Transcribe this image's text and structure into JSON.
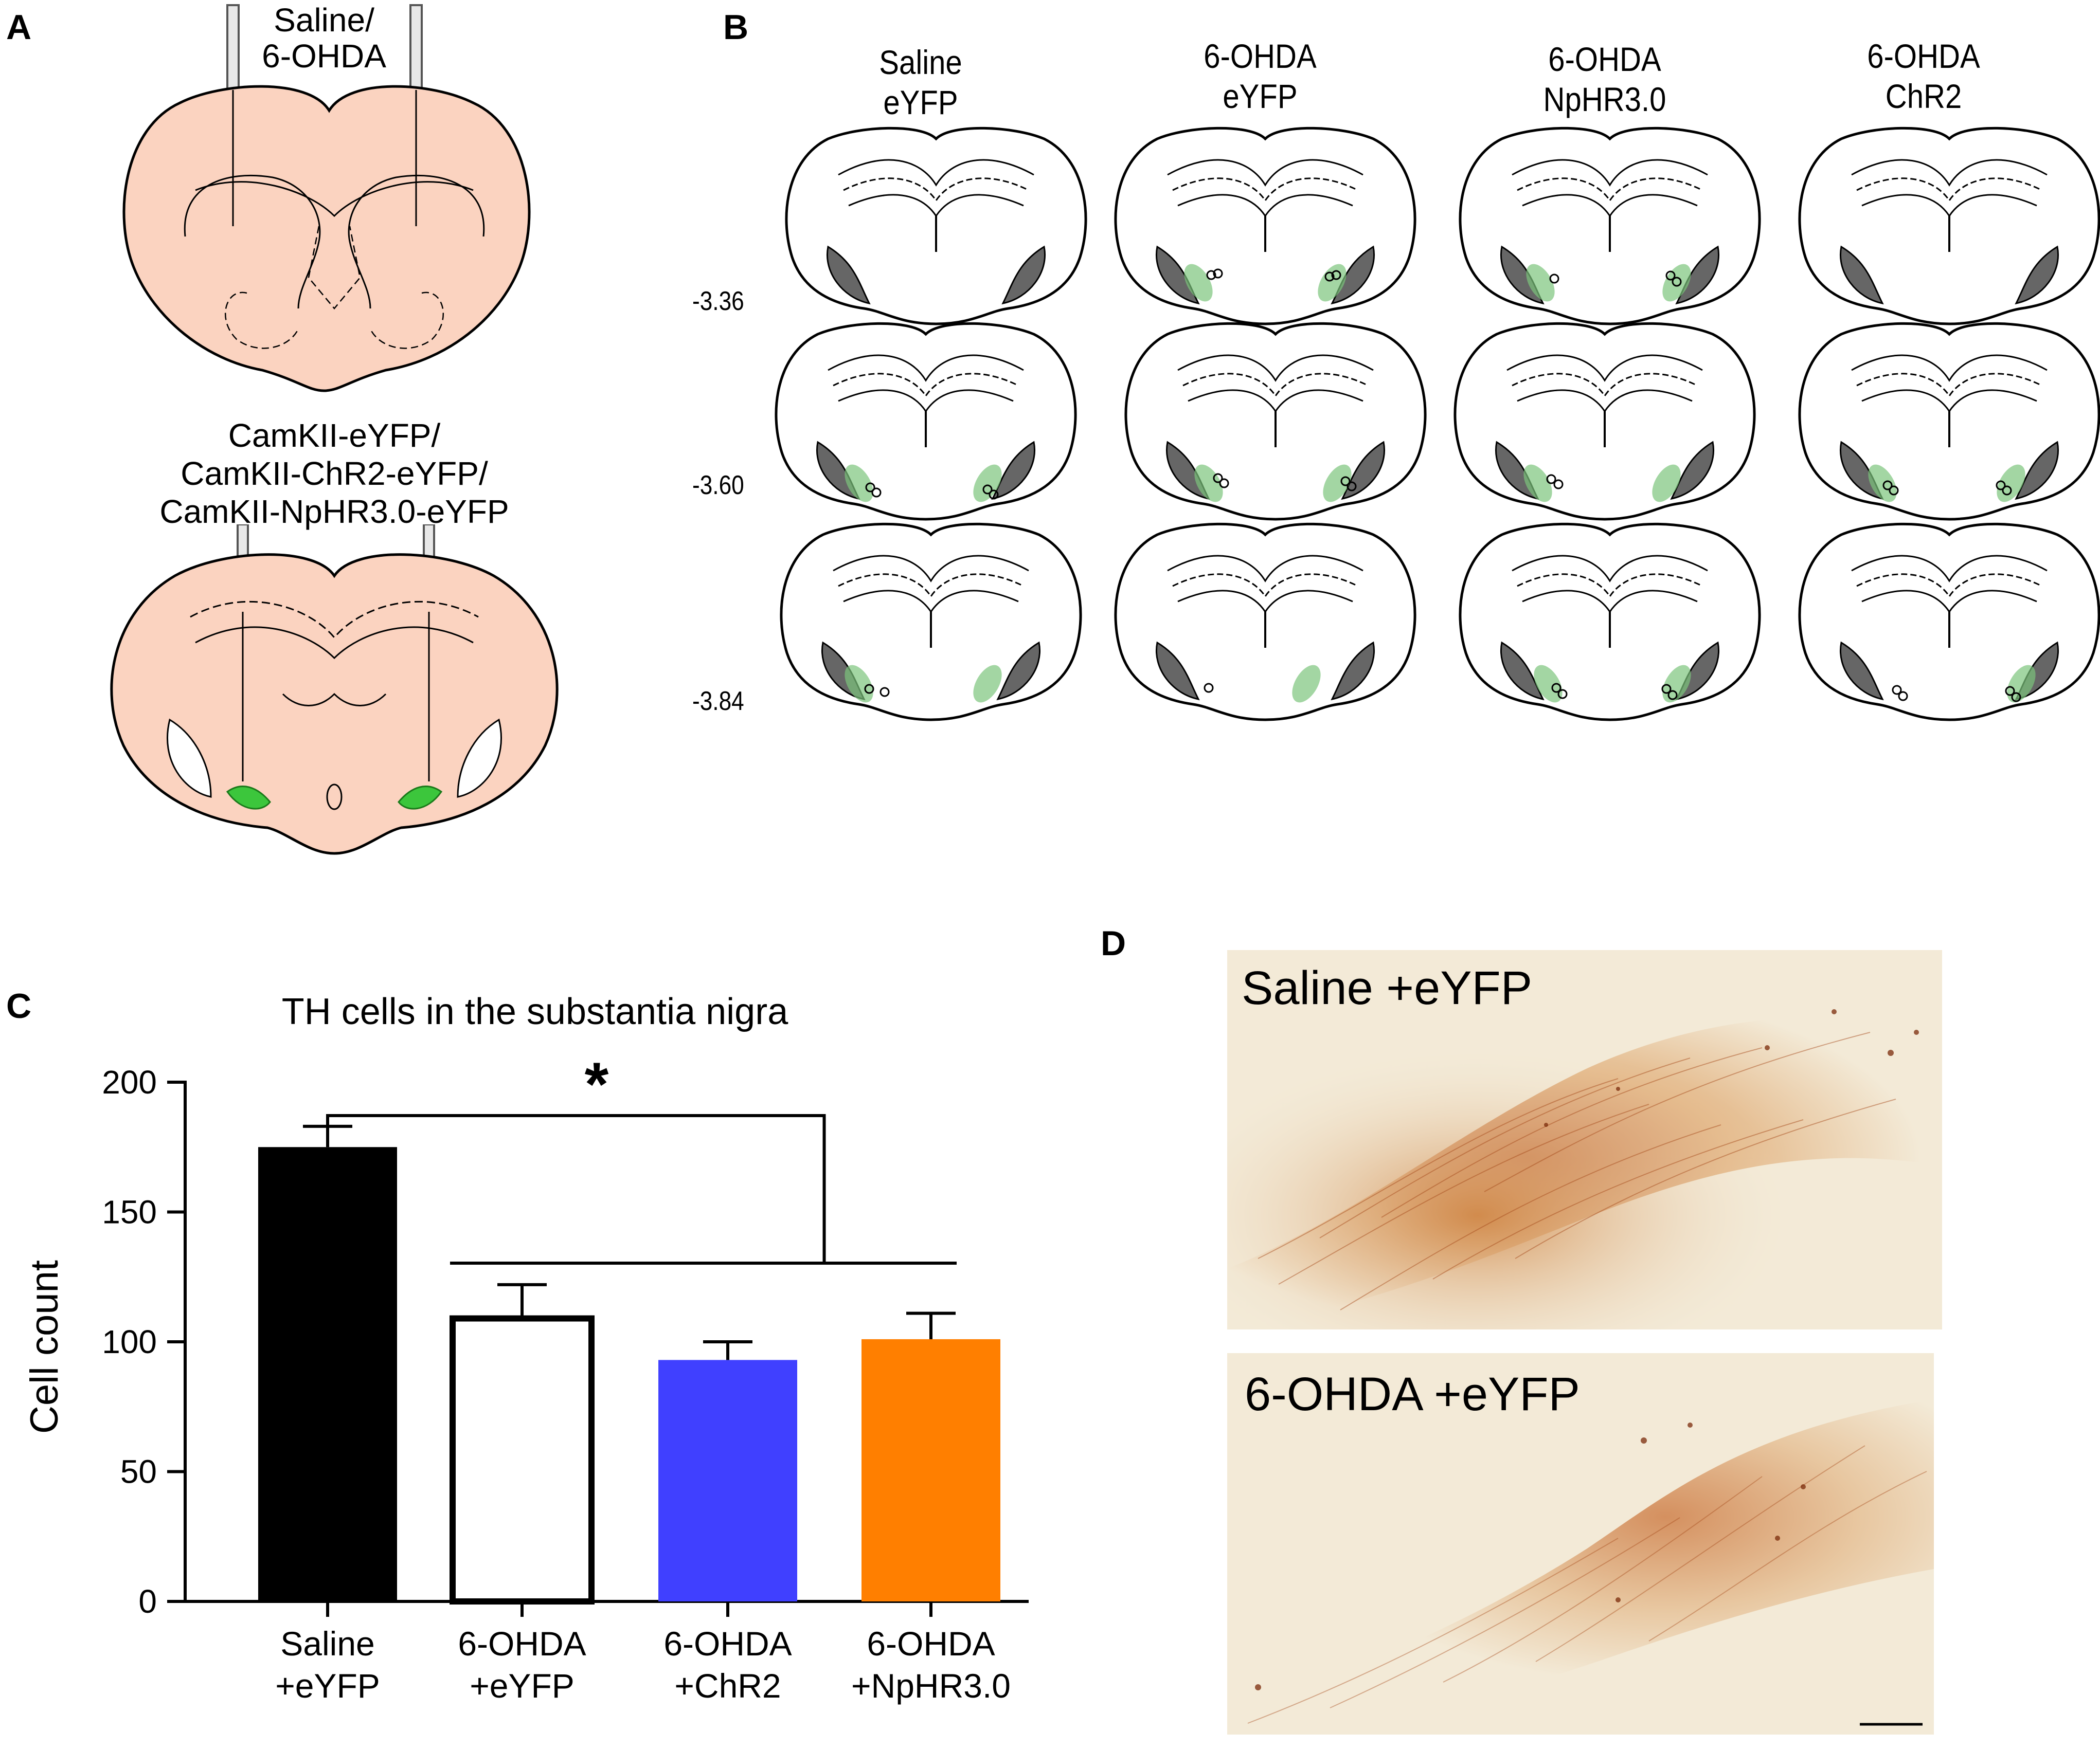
{
  "panels": {
    "a": {
      "letter": "A",
      "injection_label_line1": "Saline/",
      "injection_label_line2": "6-OHDA",
      "virus_label_line1": "CamKII-eYFP/",
      "virus_label_line2": "CamKII-ChR2-eYFP/",
      "virus_label_line3": "CamKII-NpHR3.0-eYFP",
      "colors": {
        "brain_fill": "#fbd3c0",
        "virus": "#3cc63c"
      }
    },
    "b": {
      "letter": "B",
      "columns": [
        {
          "line1": "Saline",
          "line2": "eYFP"
        },
        {
          "line1": "6-OHDA",
          "line2": "eYFP"
        },
        {
          "line1": "6-OHDA",
          "line2": "NpHR3.0"
        },
        {
          "line1": "6-OHDA",
          "line2": "ChR2"
        }
      ],
      "rows": [
        "-3.36",
        "-3.60",
        "-3.84"
      ],
      "colors": {
        "expression": "#7cc47c",
        "dark_structure": "#666666"
      }
    },
    "c": {
      "letter": "C",
      "significance_marker": "*"
    },
    "d": {
      "letter": "D",
      "photos": [
        {
          "label": "Saline +eYFP"
        },
        {
          "label": "6-OHDA +eYFP"
        }
      ],
      "colors": {
        "background": "#f3ead7",
        "stain": "#b8561f"
      }
    }
  },
  "chart_data": {
    "type": "bar",
    "title": "TH cells in the substantia nigra",
    "xlabel": "",
    "ylabel": "Cell count",
    "ylim": [
      0,
      200
    ],
    "yticks": [
      0,
      50,
      100,
      150,
      200
    ],
    "categories": [
      {
        "line1": "Saline",
        "line2": "+eYFP"
      },
      {
        "line1": "6-OHDA",
        "line2": "+eYFP"
      },
      {
        "line1": "6-OHDA",
        "line2": "+ChR2"
      },
      {
        "line1": "6-OHDA",
        "line2": "+NpHR3.0"
      }
    ],
    "values": [
      175,
      109,
      93,
      101
    ],
    "errors": [
      8,
      13,
      7,
      10
    ],
    "colors": [
      "#000000",
      "#ffffff",
      "#4040ff",
      "#ff7f00"
    ],
    "significance": {
      "label": "*",
      "from": 0,
      "to": [
        1,
        2,
        3
      ]
    }
  }
}
